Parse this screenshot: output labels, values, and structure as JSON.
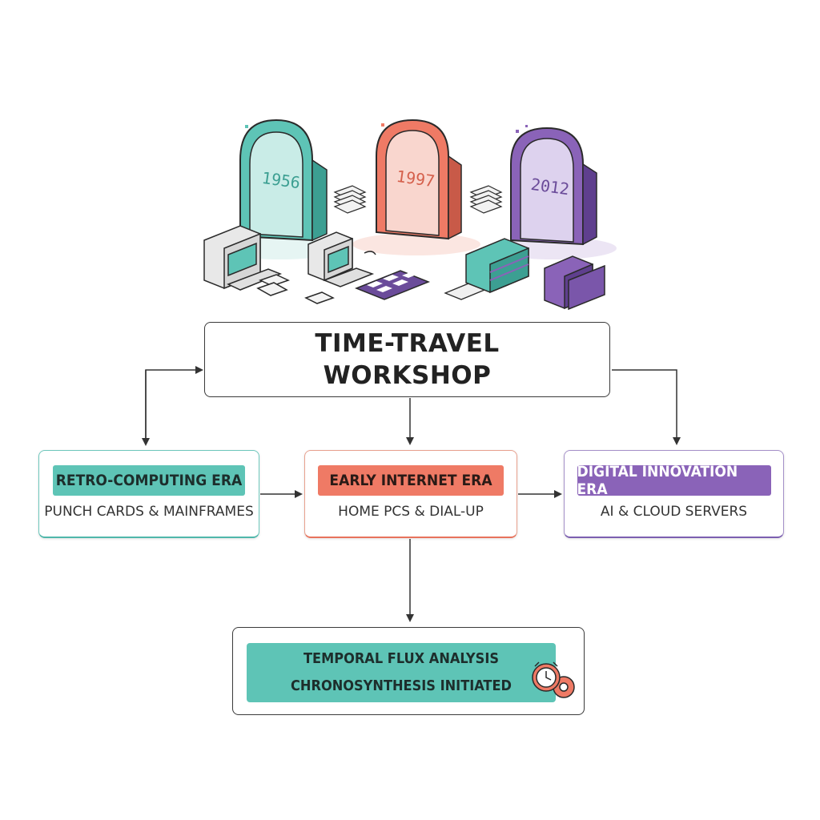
{
  "title": "TIME-TRAVEL\nWORKSHOP",
  "portals": [
    {
      "year": "1956",
      "color": "#5ec4b6"
    },
    {
      "year": "1997",
      "color": "#ef7a65"
    },
    {
      "year": "2012",
      "color": "#8a63b8"
    }
  ],
  "eras": [
    {
      "label": "RETRO-COMPUTING ERA",
      "sub": "PUNCH CARDS & MAINFRAMES"
    },
    {
      "label": "EARLY INTERNET ERA",
      "sub": "HOME PCS & DIAL-UP"
    },
    {
      "label": "DIGITAL INNOVATION ERA",
      "sub": "AI & CLOUD SERVERS"
    }
  ],
  "analysis": {
    "line1": "TEMPORAL FLUX ANALYSIS",
    "line2": "CHRONOSYNTHESIS INITIATED"
  },
  "icons": [
    "clock-gear-icon"
  ]
}
